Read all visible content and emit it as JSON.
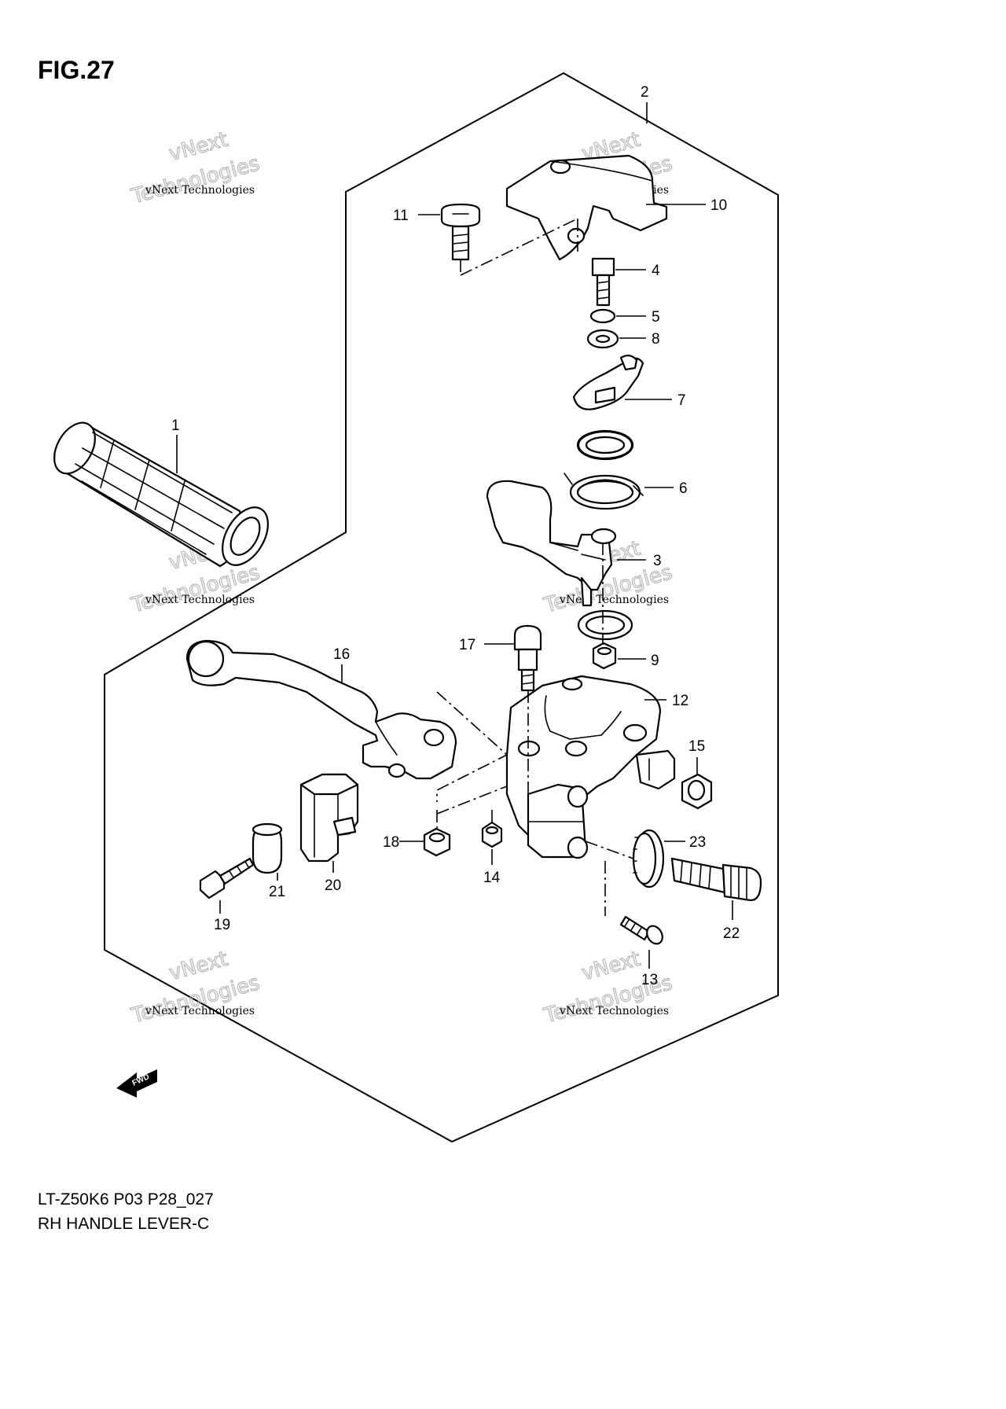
{
  "figure": {
    "title": "FIG.27",
    "model_code": "LT-Z50K6 P03 P28_027",
    "assembly_name": "RH HANDLE LEVER-C"
  },
  "watermark": {
    "line1": "vNext",
    "line2": "Technologies",
    "caption": "vNext Technologies"
  },
  "fwd_arrow": {
    "label": "FWD"
  },
  "callouts": [
    "1",
    "2",
    "3",
    "4",
    "5",
    "6",
    "7",
    "8",
    "9",
    "10",
    "11",
    "12",
    "13",
    "14",
    "15",
    "16",
    "17",
    "18",
    "19",
    "20",
    "21",
    "22",
    "23"
  ]
}
